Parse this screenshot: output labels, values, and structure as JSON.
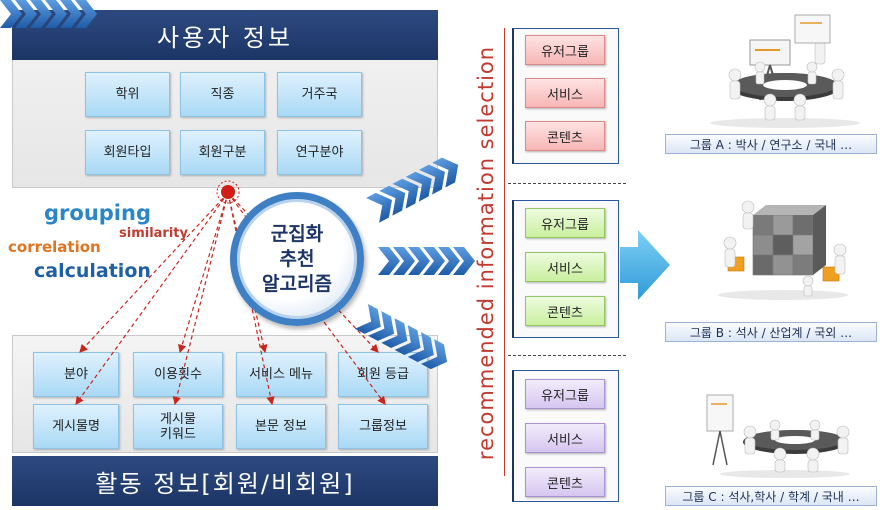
{
  "user_info": {
    "title": "사용자 정보",
    "attributes": [
      "학위",
      "직종",
      "거주국",
      "회원타입",
      "회원구분",
      "연구분야"
    ]
  },
  "activity_info": {
    "title": "활동 정보[회원/비회원]",
    "attributes": [
      "분야",
      "이용횟수",
      "서비스 메뉴",
      "회원 등급",
      "게시물명",
      "게시물\n키워드",
      "본문 정보",
      "그룹정보"
    ]
  },
  "methods": {
    "grouping": "grouping",
    "similarity": "similarity",
    "correlation": "correlation",
    "calculation": "calculation"
  },
  "algorithm": {
    "lines": [
      "군집화",
      "추천",
      "알고리즘"
    ]
  },
  "selection_label": "recommended information selection",
  "groups": [
    {
      "items": [
        "유저그룹",
        "서비스",
        "콘텐츠"
      ],
      "caption": "그룹 A : 박사 / 연구소 / 국내 …"
    },
    {
      "items": [
        "유저그룹",
        "서비스",
        "콘텐츠"
      ],
      "caption": "그룹 B : 석사 / 산업계 / 국외 …"
    },
    {
      "items": [
        "유저그룹",
        "서비스",
        "콘텐츠"
      ],
      "caption": "그룹 C : 석사,학사 / 학계 / 국내 …"
    }
  ],
  "colors": {
    "navy": "#1c3566",
    "group_a": "#f7b6b6",
    "group_b": "#c9ef9e",
    "group_c": "#d6c6f0",
    "arrow": "#2e6db5",
    "big_arrow": "#4db3e6",
    "dashed_link": "#c8261e"
  },
  "icons": {
    "hub": "red-node-icon",
    "scene_a": "meeting-round-table-icon",
    "scene_b": "cube-assembly-icon",
    "scene_c": "meeting-round-table-icon"
  }
}
